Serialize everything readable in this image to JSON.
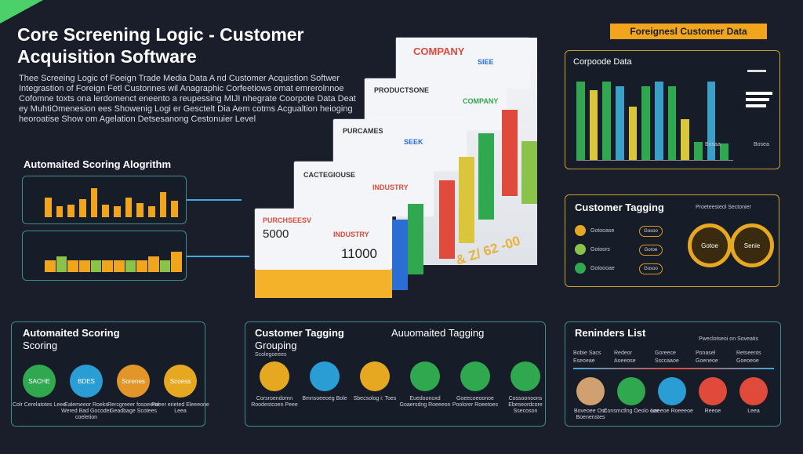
{
  "header": {
    "title": "Core Screening  Logic - Customer Acquisition Software",
    "description": "Thee Screeing Logic of Foeign Trade Media Data A nd Customer Acquistion Softwer Integrastion of Foreign Fetl Custonnes wil Anagraphic Corfeetiows omat emrerolnnoe Cofomne toxts ona lerdomenct eneento a reupessing MIJI nhegrate Coorpote Data Deat ey MuhtiOmenesion ees Showenig Logi er Gesctelt Dia Aem cotms Acgualtion heioging heoroatise Show om Agelation Detsesanong Cestonuier Level",
    "badge": "Foreignesl Customer Data"
  },
  "scoring": {
    "label": "Automaited Scoring Alogrithm",
    "chart1_values": [
      0.55,
      0.3,
      0.35,
      0.5,
      0.8,
      0.35,
      0.3,
      0.55,
      0.4,
      0.3,
      0.7,
      0.45
    ],
    "chart2_values": [
      0.35,
      0.45,
      0.35,
      0.35,
      0.35,
      0.35,
      0.35,
      0.35,
      0.35,
      0.45,
      0.35,
      0.6
    ]
  },
  "corporate": {
    "title": "Corpoode Data",
    "bars": [
      0.95,
      0.85,
      0.95,
      0.9,
      0.65,
      0.9,
      0.95,
      0.9,
      0.5,
      0.22,
      0.95,
      0.2
    ],
    "colors": [
      "#2fa84f",
      "#d9c63a",
      "#2fa84f",
      "#3aa0c8",
      "#d9c63a",
      "#2fa84f",
      "#3aa0c8",
      "#2fa84f",
      "#d9c63a",
      "#2fa84f",
      "#3aa0c8",
      "#2fa84f"
    ],
    "tiny1": "Bosaa",
    "tiny2": "Bosea"
  },
  "cards": {
    "company": "COMPANY",
    "size": "SIEE",
    "products": "PRODUCTSONE",
    "company2": "COMPANY",
    "purchases": "PURCAMES",
    "seek": "SEEK",
    "cactegoise": "CACTEGIOUSE",
    "industry1": "INDUSTRY",
    "purchases2": "PURCHSEESV",
    "industry2": "INDUSTRY",
    "num1": "5000",
    "num2": "11000",
    "big_num": "& Z/ 62 -00"
  },
  "tagging_panel": {
    "title": "Customer Tagging",
    "subtitle": "Proeteesteol Sectonier",
    "left_tags": [
      "Gotooase",
      "Gotoors",
      "Gotoooae"
    ],
    "right_tags": [
      "Gosoo",
      "Goroe",
      "Gosoo"
    ],
    "ring1": "Gotoe",
    "ring2": "Senie"
  },
  "bottom_left": {
    "title": "Automaited Scoring",
    "subtitle": "Scoring",
    "circles": [
      "SACHE",
      "BDES",
      "Sorenes",
      "Scoess"
    ],
    "captions": [
      "Colr Cerelatotes Leee",
      "Ealemeeor Roeks Wered Bad Gocoder coeletion",
      "Rercgreeer fosoeeral Geadbage Scotees",
      "Peeer erieted Eleeeone Leea"
    ],
    "colors": [
      "#2fa84f",
      "#2a9ed4",
      "#e2962a",
      "#e6a820"
    ]
  },
  "bottom_mid": {
    "title": "Customer Tagging",
    "subtitle": "Grouping",
    "small": "Scolegoeees",
    "label2": "Auuomaited Tagging",
    "captions": [
      "Corsroendomn Roodestcoen Peee",
      "Bmnsoeeoeg Bole",
      "Sbecsolog i: Toes",
      "Euedoonoxd Goaersdng Roeeeon",
      "Goeecoeoonoe Poolorer Roeetoes",
      "Cossoonoons Ebeseordcore Ssecoson"
    ],
    "colors": [
      "#e6a820",
      "#2a9ed4",
      "#e6a820",
      "#2fa84f",
      "#2fa84f",
      "#2fa84f"
    ]
  },
  "reminders": {
    "title": "Reninders List",
    "subtitle": "Pweclotseoi on Soveatis",
    "cols": [
      "Bobie Sacs",
      "Redeor",
      "Goreece",
      "Ponasel",
      "Retseents"
    ],
    "col_sub": [
      "Eseoeae",
      "Aoeeose",
      "Ssccaaoe",
      "Goeneoe",
      "Goeoeoe"
    ],
    "captions": [
      "Boveoee Osc Boenenstes",
      "Consmctlng Oeolo ooe",
      "Leeeoe Roeeeoe",
      "Reeoe",
      "Leea"
    ],
    "colors": [
      "#d0a070",
      "#2fa84f",
      "#2a9ed4",
      "#e04a3a",
      "#e04a3a"
    ]
  }
}
